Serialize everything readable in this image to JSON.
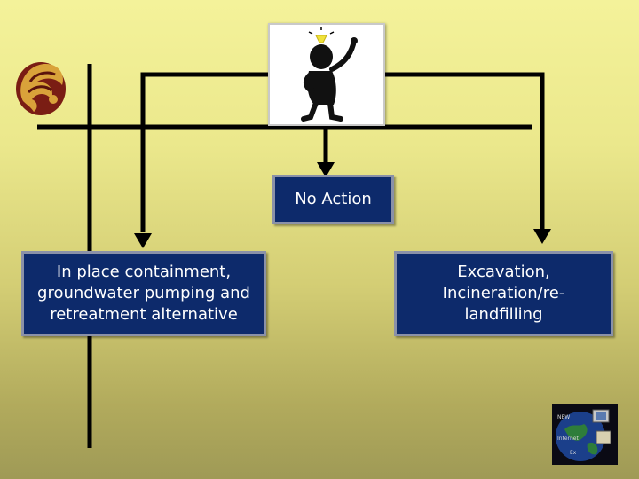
{
  "diagram": {
    "boxes": {
      "no_action": "No Action",
      "left": "In place containment, groundwater pumping and retreatment alternative",
      "right": "Excavation, Incineration/re-landfilling"
    },
    "badge_text": [
      "NEW",
      "Internet",
      "Ex"
    ]
  },
  "colors": {
    "box_fill": "#0d2a6b",
    "box_border": "#8a91a8",
    "line": "#000000",
    "background_top": "#f4f29a",
    "background_bottom": "#9f9a56"
  },
  "icons": [
    "university-pegasus-logo-icon",
    "thinking-person-lightbulb-icon",
    "globe-computer-badge-icon"
  ]
}
